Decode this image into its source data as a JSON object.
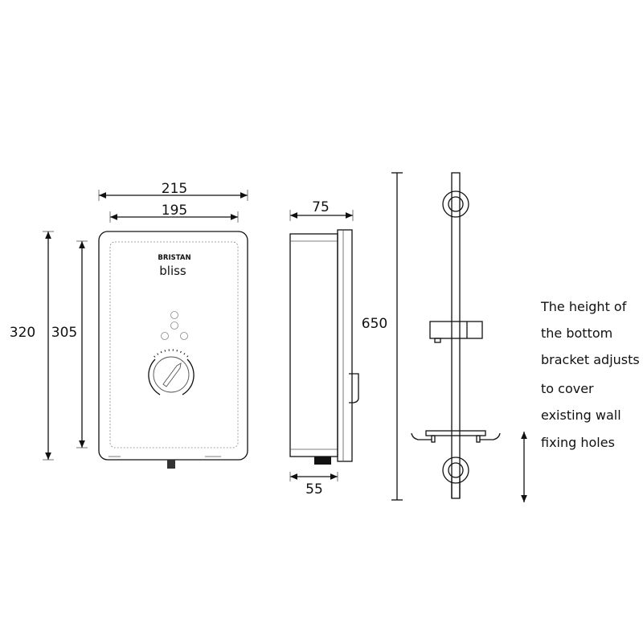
{
  "dimensions": {
    "front_width_outer": "215",
    "front_width_inner": "195",
    "front_height_outer": "320",
    "front_height_inner": "305",
    "side_depth": "75",
    "side_bottom_depth": "55",
    "rail_height": "650"
  },
  "product": {
    "brand": "BRISTAN",
    "model": "bliss"
  },
  "note_lines": [
    "The height of",
    "the bottom",
    "bracket adjusts",
    "to cover",
    "existing wall",
    "fixing holes"
  ],
  "colors": {
    "line": "#111111",
    "background": "#ffffff"
  }
}
